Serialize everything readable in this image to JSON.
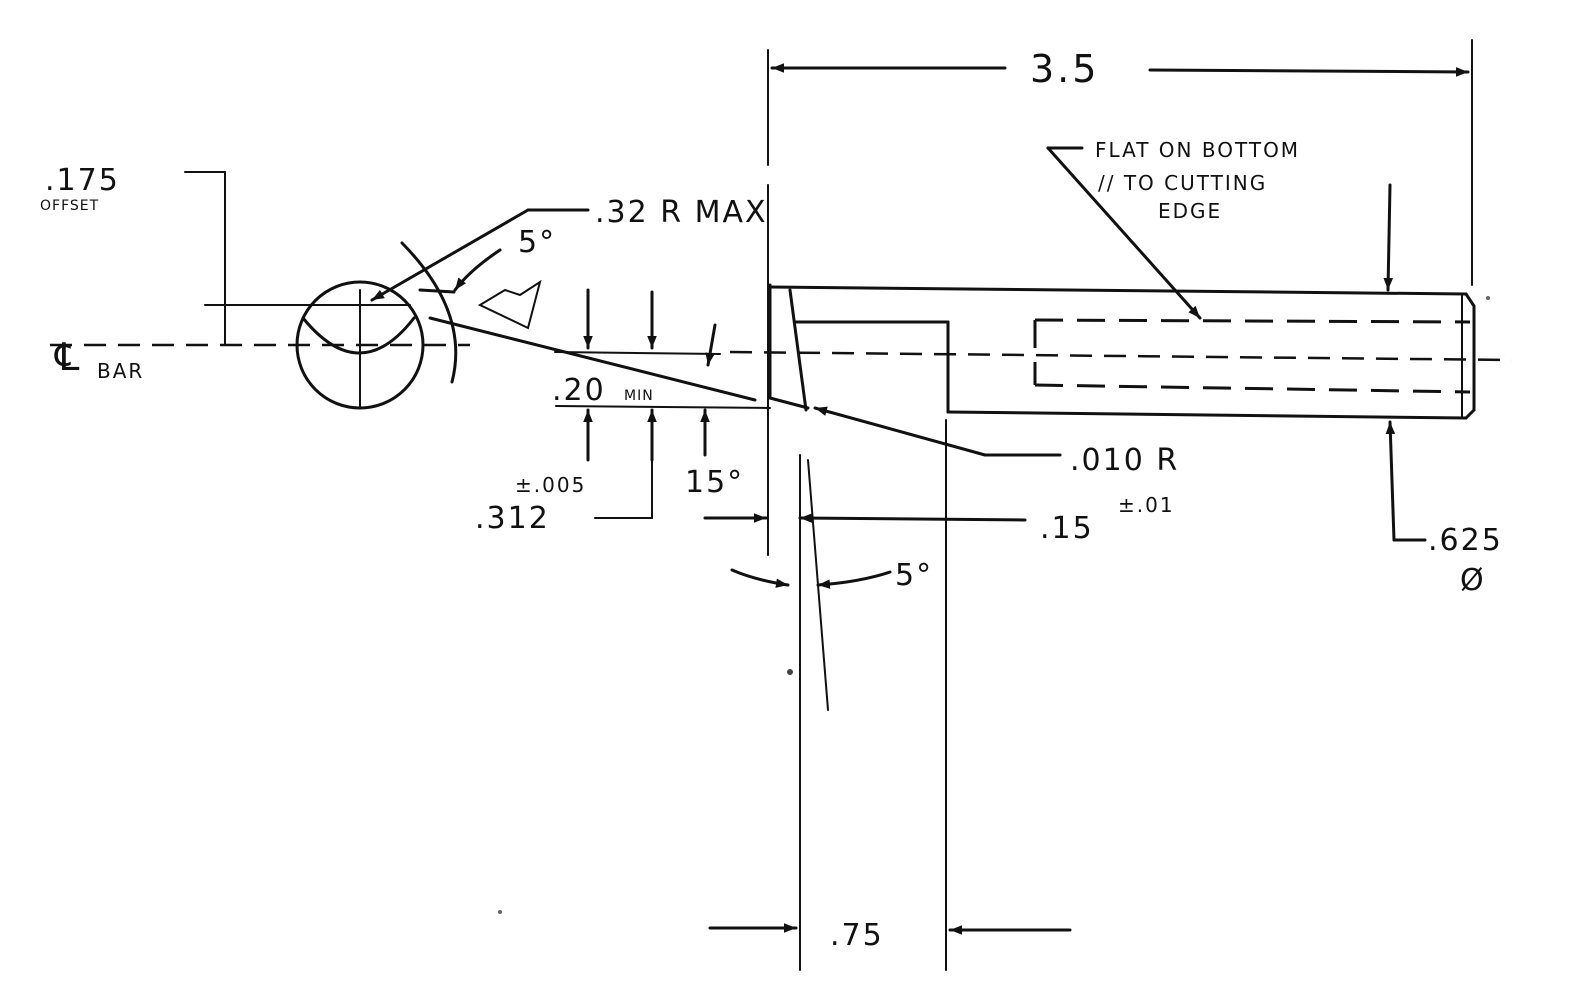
{
  "drawing": {
    "overall_length": "3.5",
    "flat_note": {
      "line1": "FLAT ON BOTTOM",
      "line2": "// TO CUTTING",
      "line3": "EDGE"
    },
    "offset": {
      "value": ".175",
      "label": "OFFSET"
    },
    "centerline": {
      "symbol": "℄",
      "label": "BAR"
    },
    "radius_max": ".32 R MAX",
    "angle_top": "5°",
    "min_height": {
      "value": ".20",
      "suffix": "MIN"
    },
    "tolerance_a": "±.005",
    "height_dim": ".312",
    "angle_15": "15°",
    "nose_radius": ".010 R",
    "step_dim": {
      "value": ".15",
      "tol": "±.01"
    },
    "angle_bottom": "5°",
    "diameter": {
      "value": ".625",
      "symbol": "Ø"
    },
    "width_dim": ".75"
  }
}
